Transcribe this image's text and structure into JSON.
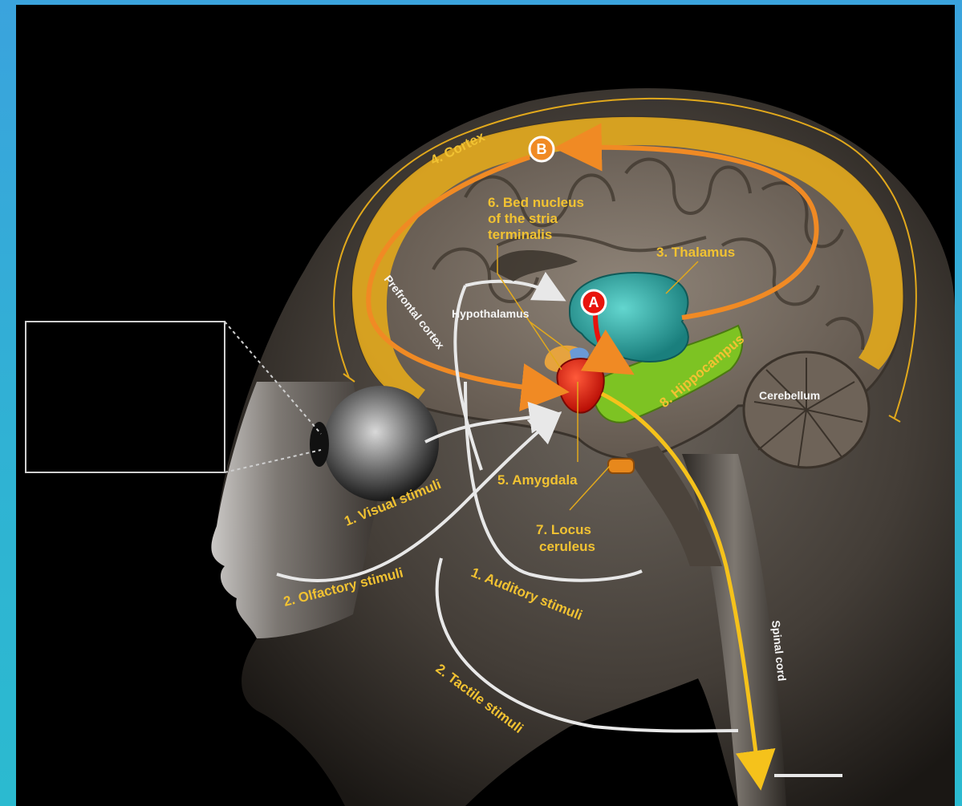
{
  "labels": {
    "cortex": "4. Cortex",
    "badge_b": "B",
    "badge_a": "A",
    "bed_nucleus": [
      "6. Bed nucleus",
      "of the stria",
      "terminalis"
    ],
    "thalamus": "3. Thalamus",
    "prefrontal": "Prefrontal cortex",
    "hypothalamus": "Hypothalamus",
    "hippocampus": "8. Hippocampus",
    "cerebellum": "Cerebellum",
    "amygdala": "5. Amygdala",
    "locus": [
      "7. Locus",
      "ceruleus"
    ],
    "visual": "1. Visual stimuli",
    "olfactory": "2. Olfactory stimuli",
    "auditory": "1. Auditory stimuli",
    "tactile": "2. Tactile stimuli",
    "spinal": "Spinal cord"
  },
  "colors": {
    "label_yellow": "#f1c232",
    "thalamus": "#2fa8a6",
    "amygdala": "#e8140c",
    "hippocampus": "#7dc323",
    "cortex_band": "#e2a91c",
    "pathway_orange": "#f08a24"
  }
}
